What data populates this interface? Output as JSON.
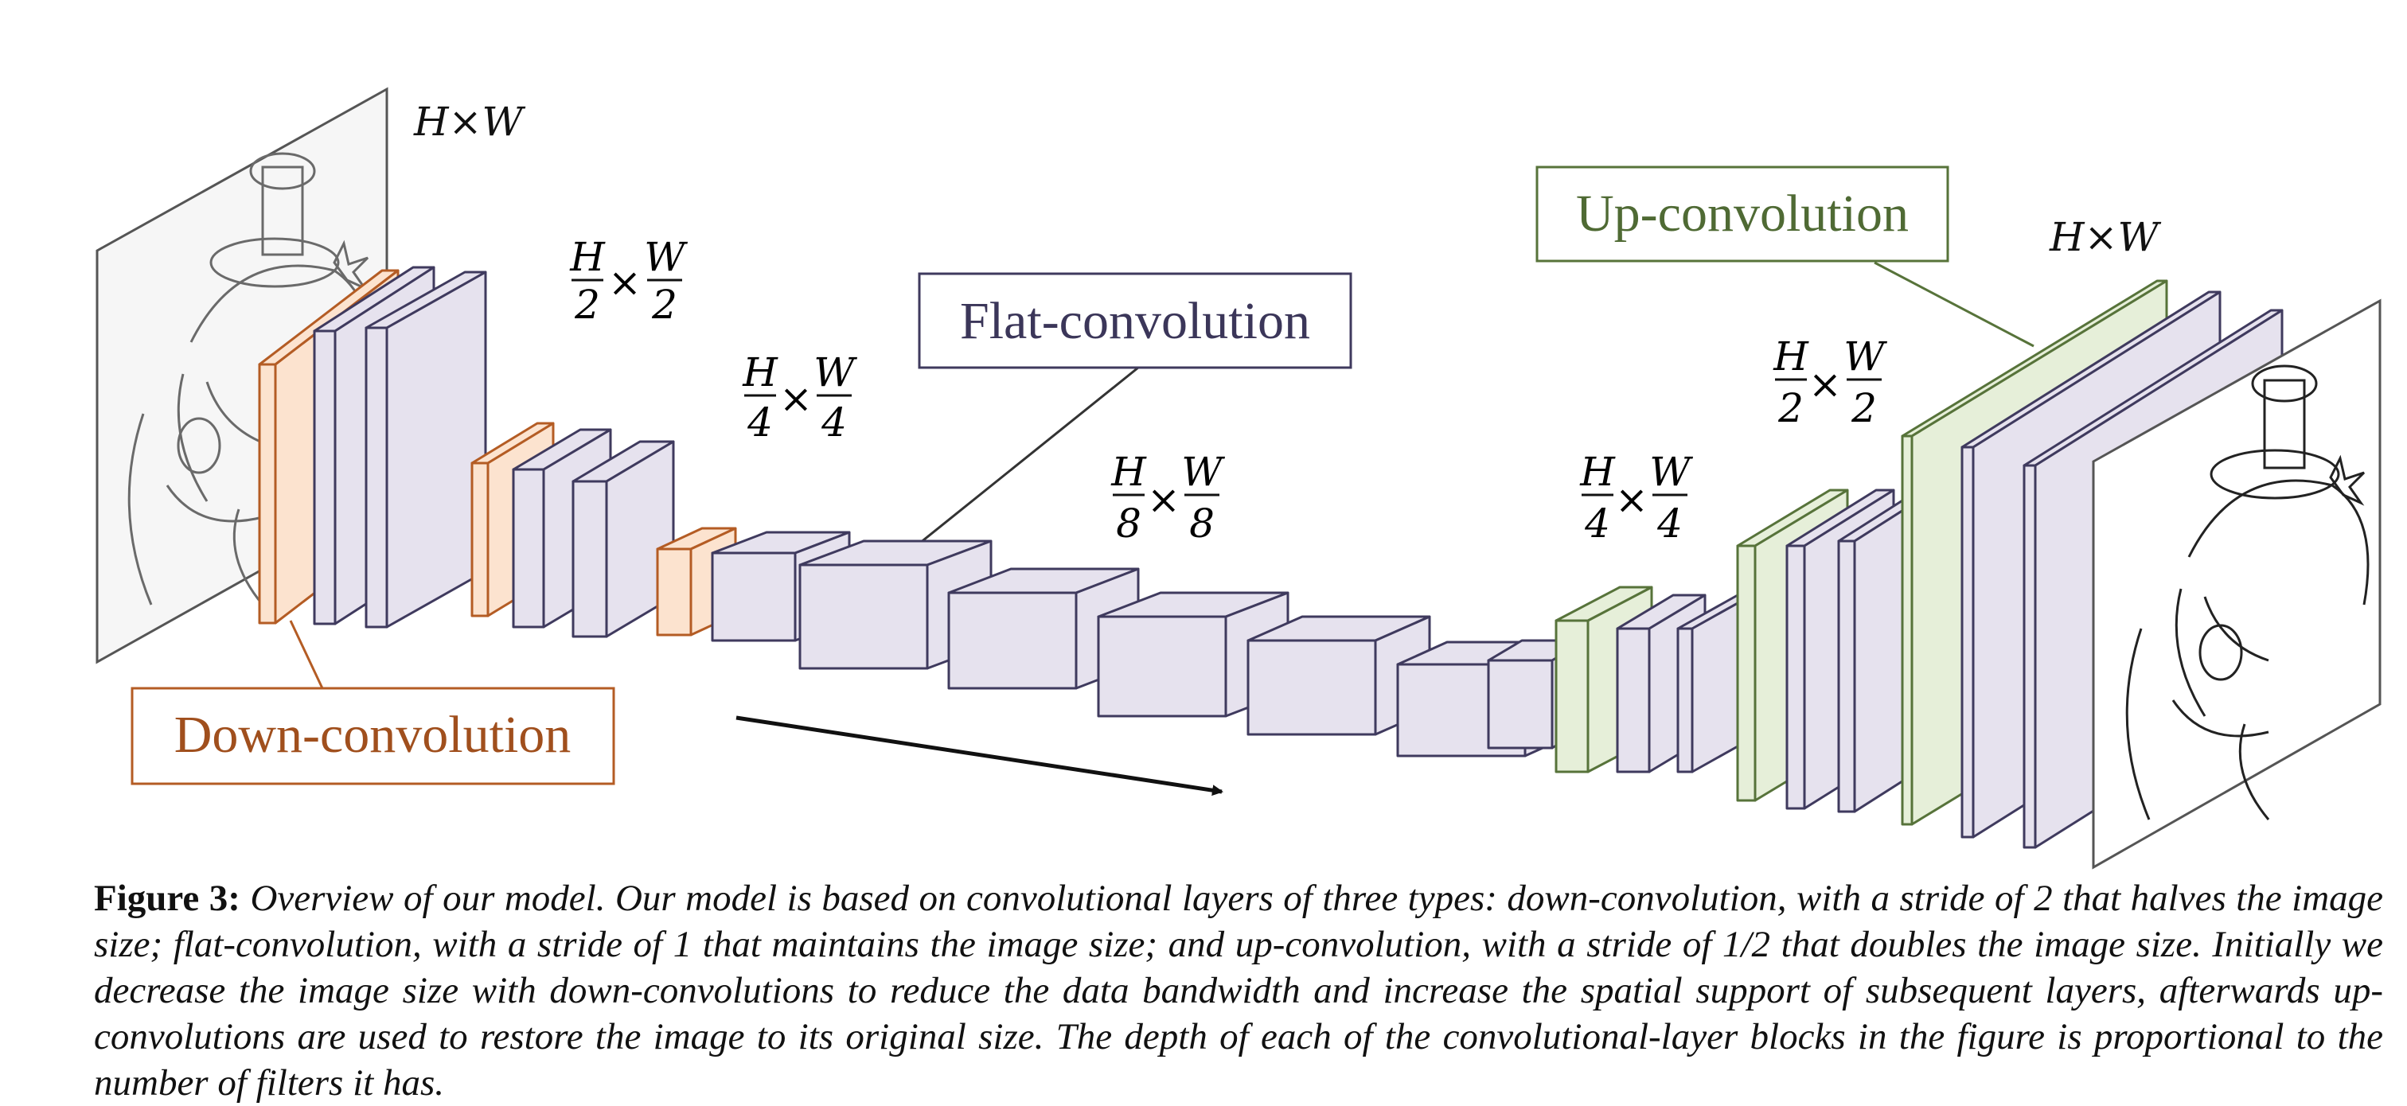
{
  "colors": {
    "down": "#b45c24",
    "down_fill": "#fce3cf",
    "flat": "#3f3a5e",
    "flat_fill": "#e6e2ee",
    "up": "#57733a",
    "up_fill": "#e6efd9",
    "arrow": "#111111"
  },
  "labels": {
    "down": "Down-convolution",
    "flat": "Flat-convolution",
    "up": "Up-convolution"
  },
  "dims": {
    "input": "H×W",
    "d2": {
      "num": "H",
      "den": "2",
      "num2": "W",
      "den2": "2"
    },
    "d4": {
      "num": "H",
      "den": "4",
      "num2": "W",
      "den2": "4"
    },
    "d8": {
      "num": "H",
      "den": "8",
      "num2": "W",
      "den2": "8"
    },
    "u4": {
      "num": "H",
      "den": "4",
      "num2": "W",
      "den2": "4"
    },
    "u2": {
      "num": "H",
      "den": "2",
      "num2": "W",
      "den2": "2"
    },
    "output": "H×W",
    "times": "×"
  },
  "caption": {
    "lead": "Figure 3:",
    "body": "Overview of our model. Our model is based on convolutional layers of three types: down-convolution, with a stride of 2 that halves the image size; flat-convolution, with a stride of 1 that maintains the image size; and up-convolution, with a stride of 1/2 that doubles the image size. Initially we decrease the image size with down-convolutions to reduce the data bandwidth and increase the spatial support of subsequent layers, afterwards up-convolutions are used to restore the image to its original size. The depth of each of the convolutional-layer blocks in the figure is proportional to the number of filters it has."
  }
}
